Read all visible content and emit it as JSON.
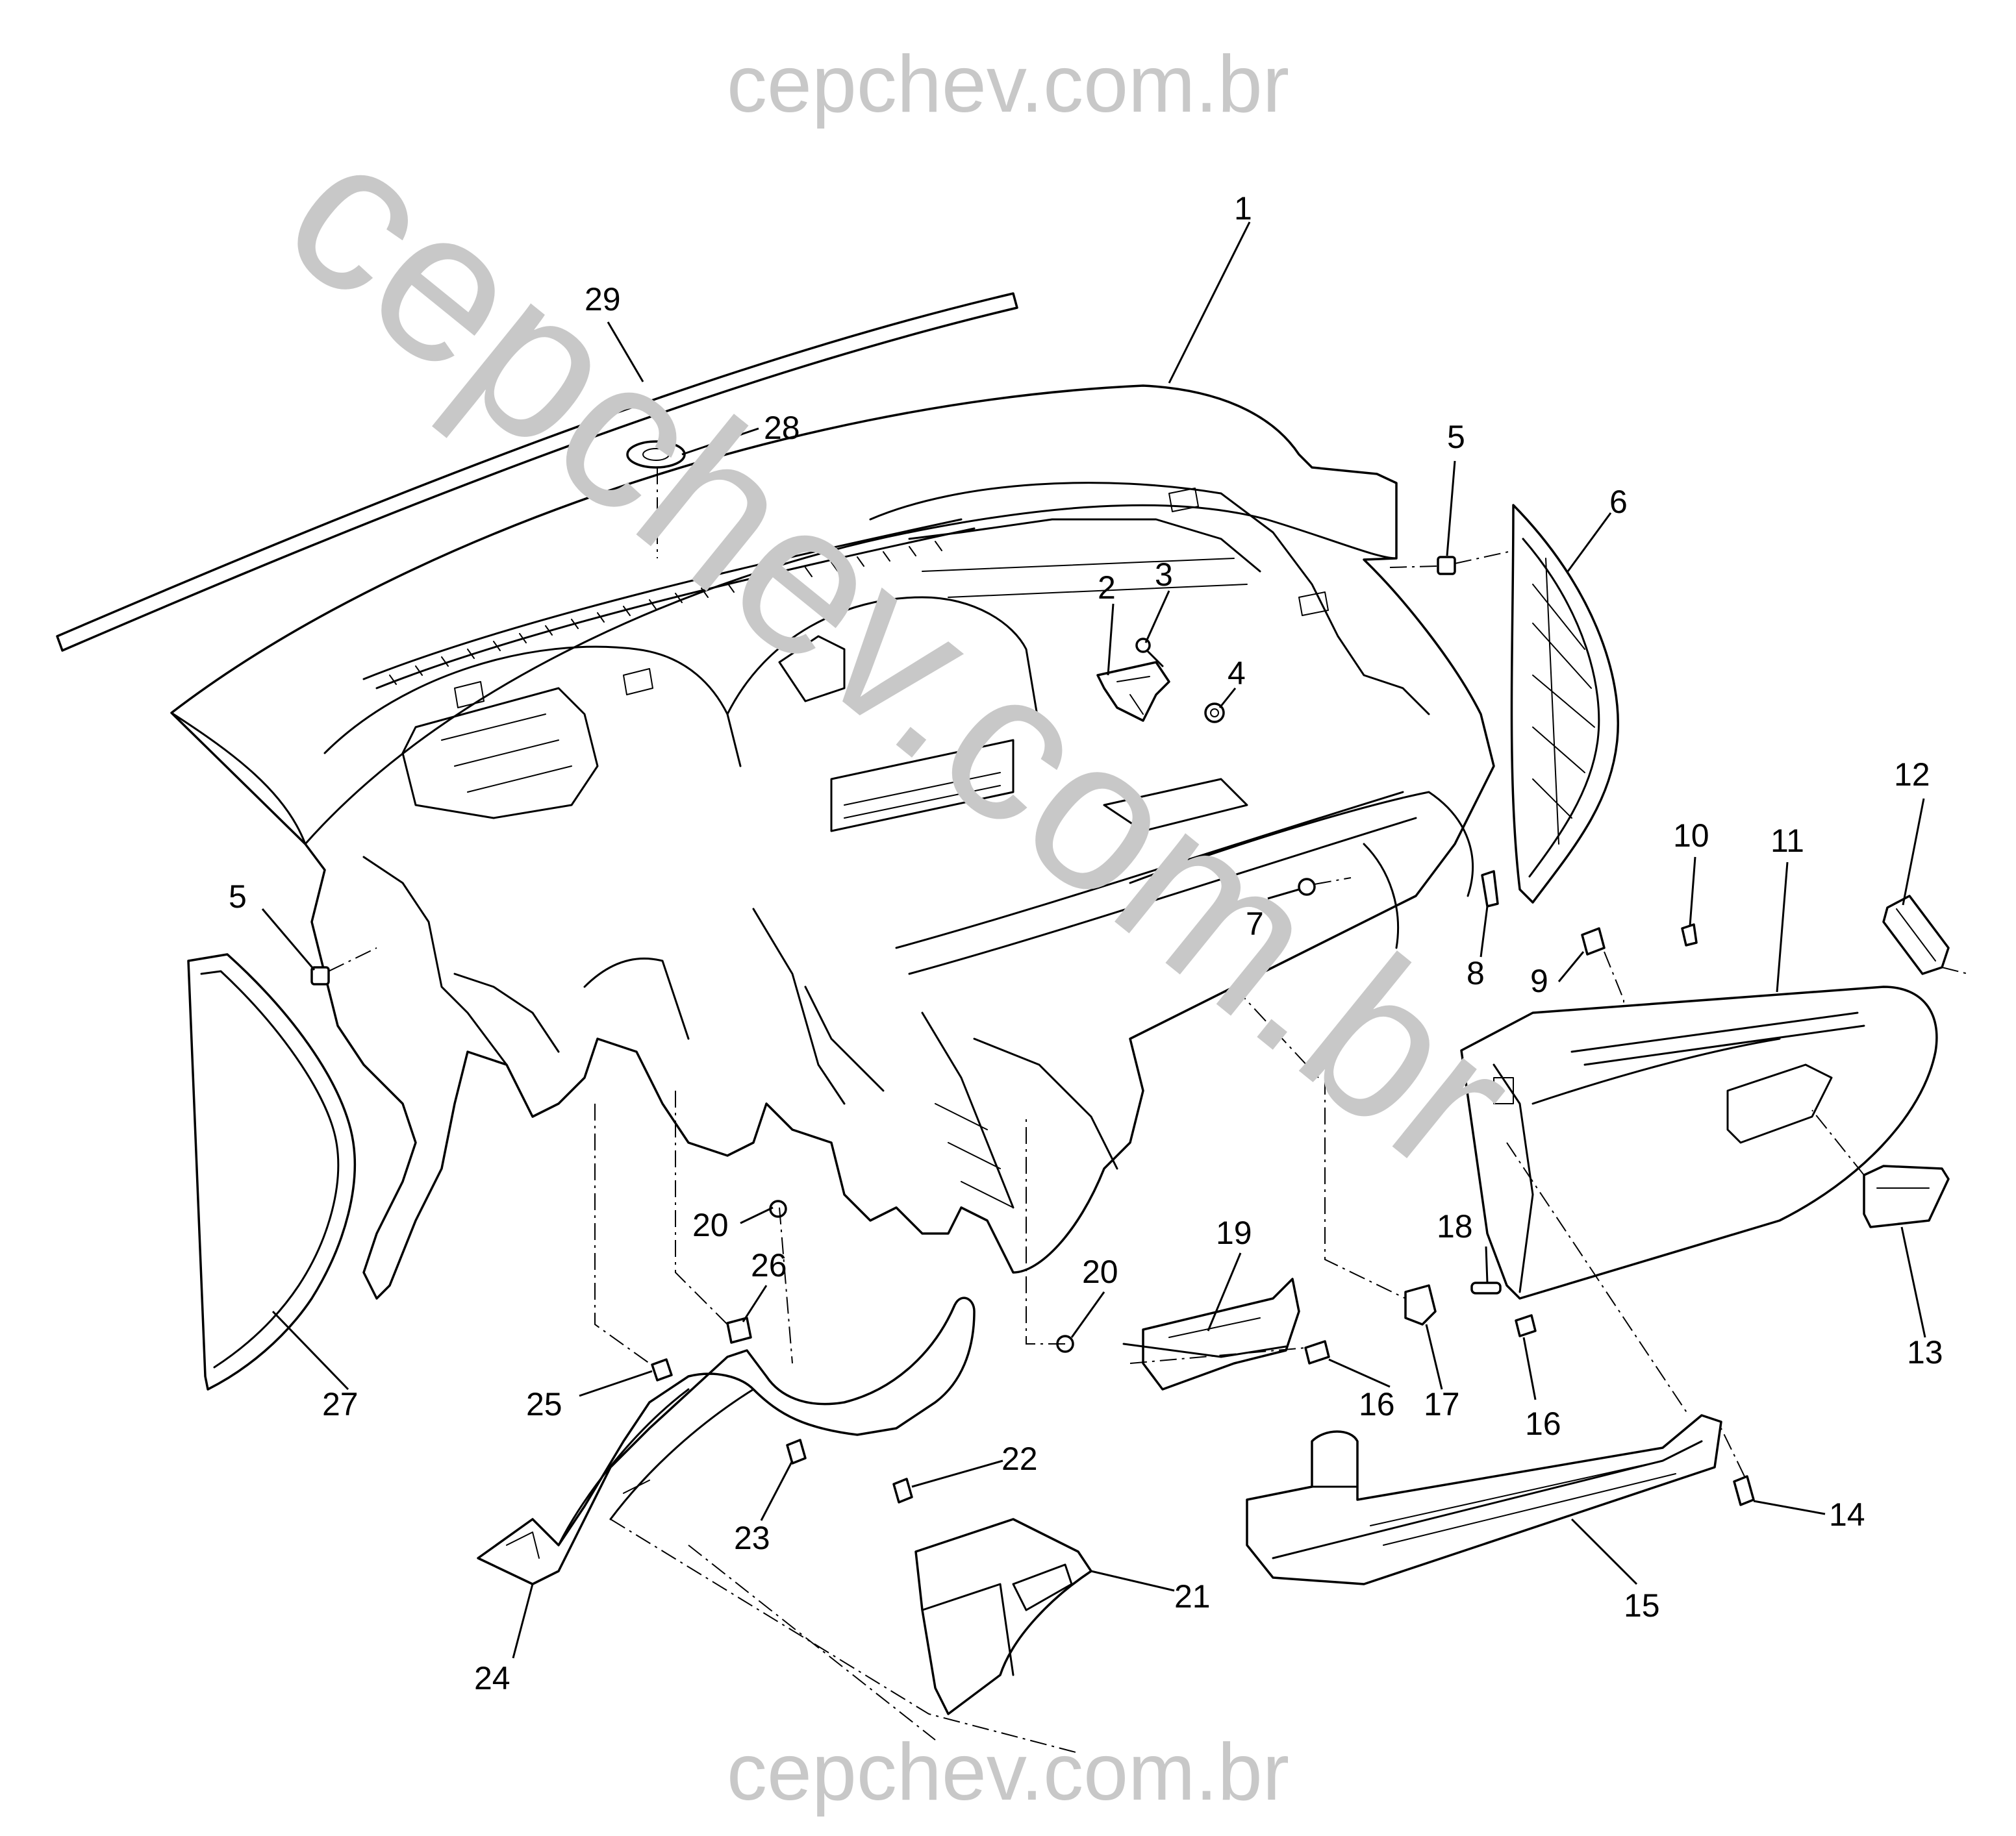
{
  "watermark": {
    "top": "cepchev.com.br",
    "bottom": "cepchev.com.br",
    "diagonal": "cepchev.com.br",
    "color": "#c8c8c8"
  },
  "callouts": {
    "c1": "1",
    "c2": "2",
    "c3": "3",
    "c4": "4",
    "c5a": "5",
    "c5b": "5",
    "c6": "6",
    "c7": "7",
    "c8": "8",
    "c9": "9",
    "c10": "10",
    "c11": "11",
    "c12": "12",
    "c13": "13",
    "c14": "14",
    "c15": "15",
    "c16a": "16",
    "c16b": "16",
    "c17": "17",
    "c18": "18",
    "c19": "19",
    "c20a": "20",
    "c20b": "20",
    "c21": "21",
    "c22": "22",
    "c23": "23",
    "c24": "24",
    "c25": "25",
    "c26": "26",
    "c27": "27",
    "c28": "28",
    "c29": "29"
  }
}
